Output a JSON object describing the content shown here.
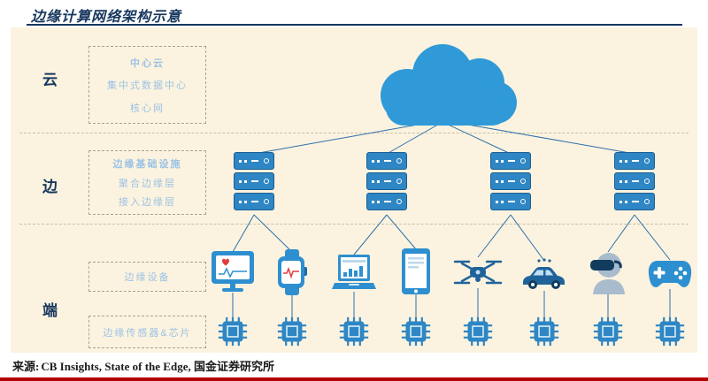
{
  "title": "边缘计算网络架构示意",
  "layers": {
    "cloud": {
      "label": "云"
    },
    "edge": {
      "label": "边"
    },
    "terminal": {
      "label": "端"
    }
  },
  "annotations": {
    "cloud_box": {
      "lines": [
        "中心云",
        "集中式数据中心",
        "核心网"
      ]
    },
    "edge_box": {
      "lines": [
        "边缘基础设施",
        "聚合边缘层",
        "接入边缘层"
      ]
    },
    "device_box": {
      "lines": [
        "边缘设备"
      ]
    },
    "chip_box": {
      "lines": [
        "边缘传感器&芯片"
      ]
    }
  },
  "icons": {
    "cloud": "cloud-icon",
    "server_stack": "server-stack-icon",
    "devices": [
      "medical-monitor-icon",
      "smartwatch-icon",
      "laptop-icon",
      "tablet-icon",
      "drone-icon",
      "connected-car-icon",
      "vr-headset-icon",
      "gamepad-icon"
    ],
    "chip": "chip-icon"
  },
  "footer": {
    "source_prefix": "来源:",
    "source_text": "CB Insights,  State of the Edge,  国金证券研究所"
  },
  "colors": {
    "cloud_blue": "#2f9ad7",
    "server_blue": "#2e86c4",
    "dark_device_blue": "#20639b",
    "label_light_blue": "#9cc2e5",
    "title_navy": "#17375e",
    "canvas_cream": "#fbf3df",
    "line_blue": "#2c6fad",
    "footer_rule_red": "#b30000"
  }
}
